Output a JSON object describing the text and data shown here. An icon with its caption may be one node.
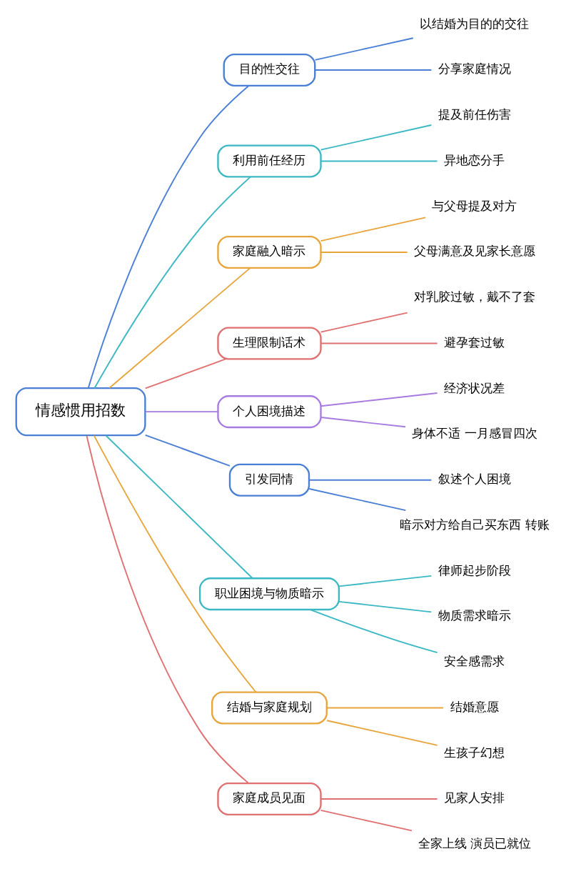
{
  "diagram": {
    "nodes": [
      {
        "text": [
          "情感惯用招数"
        ]
      },
      {
        "text": [
          "目的性交往"
        ]
      },
      {
        "text": [
          "以结婚为目的的交往"
        ]
      },
      {
        "text": [
          "分享家庭情况"
        ]
      },
      {
        "text": [
          "利用前任经历"
        ]
      },
      {
        "text": [
          "提及前任伤害"
        ]
      },
      {
        "text": [
          "异地恋分手"
        ]
      },
      {
        "text": [
          "家庭融入暗示"
        ]
      },
      {
        "text": [
          "与父母提及对方"
        ]
      },
      {
        "text": [
          "父母满意及见家长意愿"
        ]
      },
      {
        "text": [
          "生理限制话术"
        ]
      },
      {
        "text": [
          "对乳胶过敏，戴不了套"
        ]
      },
      {
        "text": [
          "避孕套过敏"
        ]
      },
      {
        "text": [
          "个人困境描述"
        ]
      },
      {
        "text": [
          "经济状况差"
        ]
      },
      {
        "text": [
          "身体不适 一月感冒四次"
        ]
      },
      {
        "text": [
          "引发同情"
        ]
      },
      {
        "text": [
          "叙述个人困境"
        ]
      },
      {
        "text": [
          "暗示对方给自己买东西 转账"
        ]
      },
      {
        "text": [
          "职业困境与物质暗示"
        ]
      },
      {
        "text": [
          "律师起步阶段"
        ]
      },
      {
        "text": [
          "物质需求暗示"
        ]
      },
      {
        "text": [
          "安全感需求"
        ]
      },
      {
        "text": [
          "结婚与家庭规划"
        ]
      },
      {
        "text": [
          "结婚意愿"
        ]
      },
      {
        "text": [
          "生孩子幻想"
        ]
      },
      {
        "text": [
          "家庭成员见面"
        ]
      },
      {
        "text": [
          "见家人安排"
        ]
      },
      {
        "text": [
          "全家上线 演员已就位"
        ]
      }
    ],
    "edges": [
      {
        "from": 0,
        "to": 1,
        "arrow": "none",
        "color": "#4a7fd6"
      },
      {
        "from": 1,
        "to": 2,
        "arrow": "none",
        "color": "#4a7fd6"
      },
      {
        "from": 1,
        "to": 3,
        "arrow": "none",
        "color": "#4a7fd6"
      },
      {
        "from": 0,
        "to": 4,
        "arrow": "none",
        "color": "#3bb8c4"
      },
      {
        "from": 4,
        "to": 5,
        "arrow": "none",
        "color": "#3bb8c4"
      },
      {
        "from": 4,
        "to": 6,
        "arrow": "none",
        "color": "#3bb8c4"
      },
      {
        "from": 0,
        "to": 7,
        "arrow": "none",
        "color": "#e8a53c"
      },
      {
        "from": 7,
        "to": 8,
        "arrow": "none",
        "color": "#e8a53c"
      },
      {
        "from": 7,
        "to": 9,
        "arrow": "none",
        "color": "#e8a53c"
      },
      {
        "from": 0,
        "to": 10,
        "arrow": "none",
        "color": "#e07070"
      },
      {
        "from": 10,
        "to": 11,
        "arrow": "none",
        "color": "#e07070"
      },
      {
        "from": 10,
        "to": 12,
        "arrow": "none",
        "color": "#e07070"
      },
      {
        "from": 0,
        "to": 13,
        "arrow": "none",
        "color": "#a77be0"
      },
      {
        "from": 13,
        "to": 14,
        "arrow": "none",
        "color": "#a77be0"
      },
      {
        "from": 13,
        "to": 15,
        "arrow": "none",
        "color": "#a77be0"
      },
      {
        "from": 0,
        "to": 16,
        "arrow": "none",
        "color": "#4a7fd6"
      },
      {
        "from": 16,
        "to": 17,
        "arrow": "none",
        "color": "#4a7fd6"
      },
      {
        "from": 16,
        "to": 18,
        "arrow": "none",
        "color": "#4a7fd6"
      },
      {
        "from": 0,
        "to": 19,
        "arrow": "none",
        "color": "#3bb8c4"
      },
      {
        "from": 19,
        "to": 20,
        "arrow": "none",
        "color": "#3bb8c4"
      },
      {
        "from": 19,
        "to": 21,
        "arrow": "none",
        "color": "#3bb8c4"
      },
      {
        "from": 19,
        "to": 22,
        "arrow": "none",
        "color": "#3bb8c4"
      },
      {
        "from": 0,
        "to": 23,
        "arrow": "none",
        "color": "#e8a53c"
      },
      {
        "from": 23,
        "to": 24,
        "arrow": "none",
        "color": "#e8a53c"
      },
      {
        "from": 23,
        "to": 25,
        "arrow": "none",
        "color": "#e8a53c"
      },
      {
        "from": 0,
        "to": 26,
        "arrow": "none",
        "color": "#e07070"
      },
      {
        "from": 26,
        "to": 27,
        "arrow": "none",
        "color": "#e07070"
      },
      {
        "from": 26,
        "to": 28,
        "arrow": "none",
        "color": "#e07070"
      }
    ]
  }
}
